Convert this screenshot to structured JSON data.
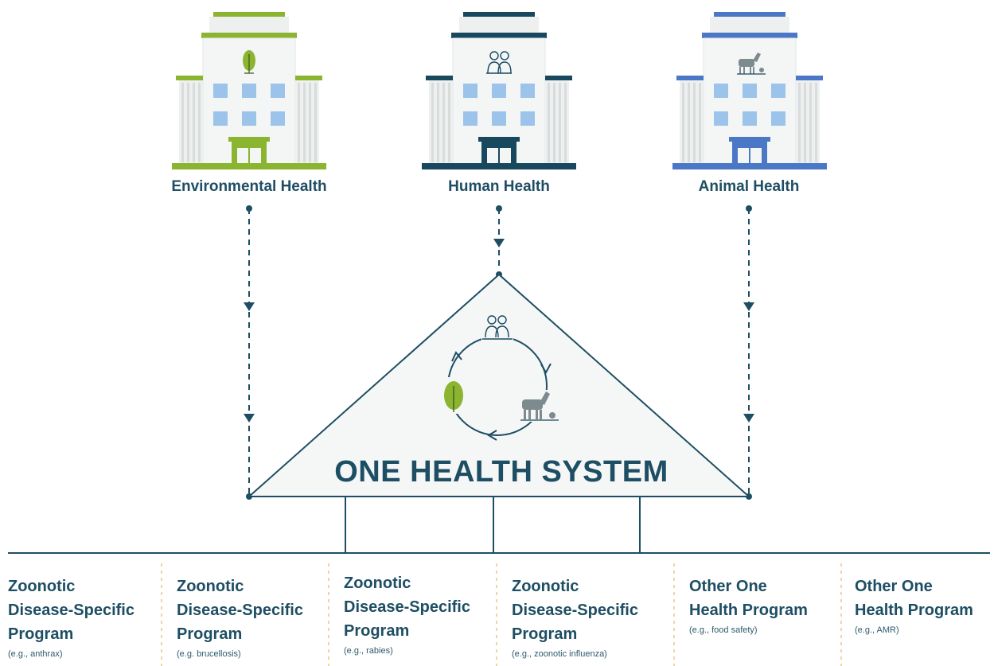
{
  "buildings": [
    {
      "label": "Environmental Health",
      "icon": "leaf-icon",
      "color": "#8bb531"
    },
    {
      "label": "Human Health",
      "icon": "people-icon",
      "color": "#17485e"
    },
    {
      "label": "Animal Health",
      "icon": "goat-icon",
      "color": "#4a78c7"
    }
  ],
  "center": {
    "title": "ONE HEALTH SYSTEM"
  },
  "programs": [
    {
      "title": "Zoonotic\nDisease-Specific\nProgram",
      "example": "(e.g., anthrax)"
    },
    {
      "title": "Zoonotic\nDisease-Specific\nProgram",
      "example": "(e.g. brucellosis)"
    },
    {
      "title": "Zoonotic\nDisease-Specific\nProgram",
      "example": "(e.g., rabies)"
    },
    {
      "title": "Zoonotic\nDisease-Specific\nProgram",
      "example": "(e.g., zoonotic influenza)"
    },
    {
      "title": "Other One\nHealth Program",
      "example": "(e.g., food safety)"
    },
    {
      "title": "Other One\nHealth Program",
      "example": "(e.g., AMR)"
    }
  ],
  "colors": {
    "navy": "#1e4e63",
    "green": "#8bb531",
    "blue": "#4a78c7",
    "window": "#9cc3ea"
  }
}
